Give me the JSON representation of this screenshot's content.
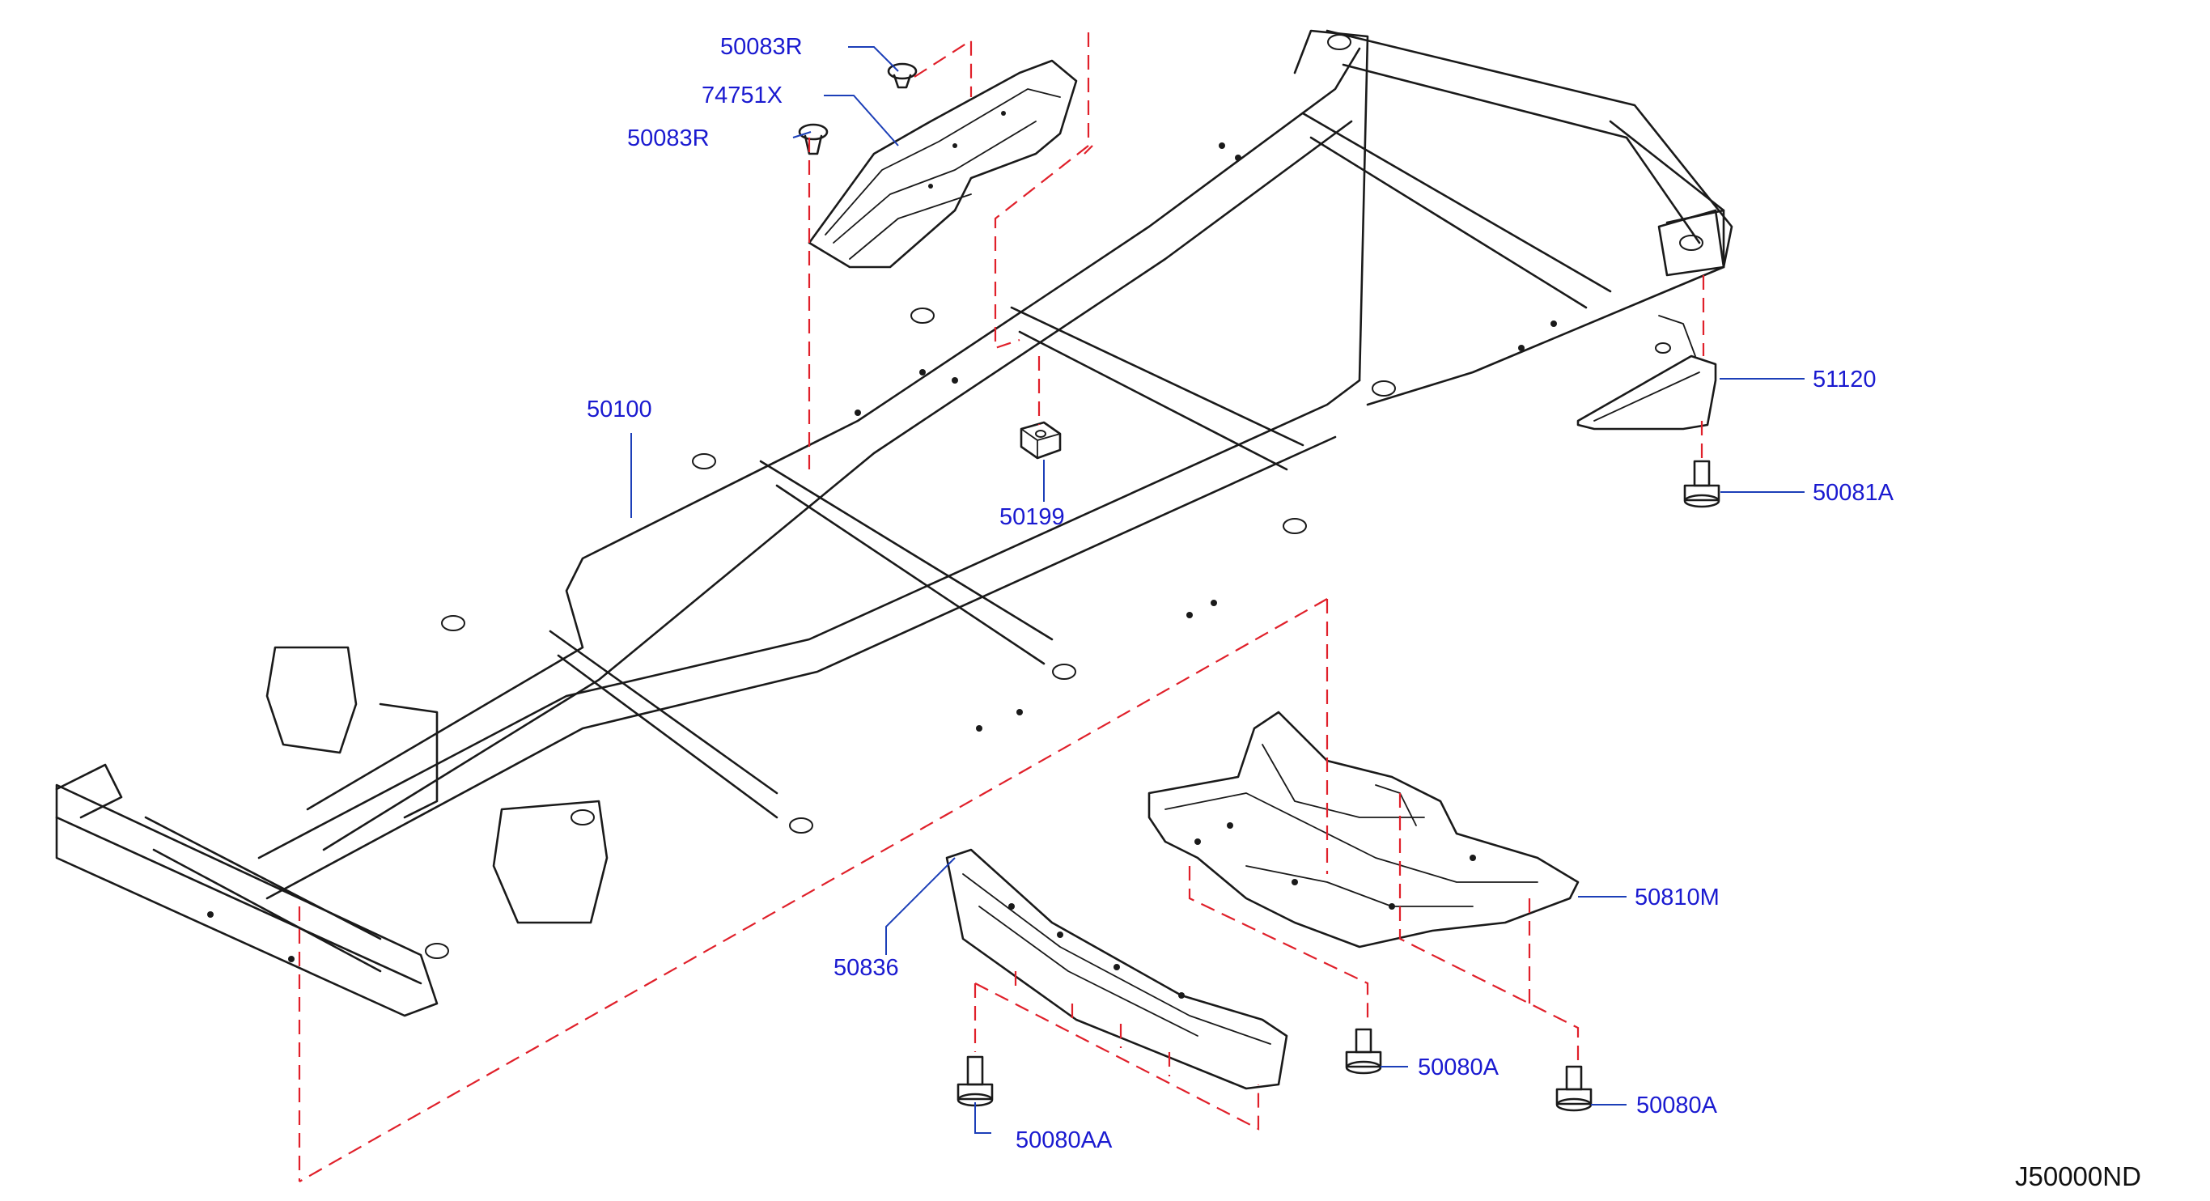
{
  "diagram": {
    "code": "J50000ND",
    "callouts": {
      "p50083r_top": "50083R",
      "p74751x": "74751X",
      "p50083r_mid": "50083R",
      "p50100": "50100",
      "p50199": "50199",
      "p51120": "51120",
      "p50081a": "50081A",
      "p50810m": "50810M",
      "p50836": "50836",
      "p50080a_1": "50080A",
      "p50080a_2": "50080A",
      "p50080aa": "50080AA"
    },
    "colors": {
      "callout_text": "#1a1ad0",
      "leader_line": "#1c3fb8",
      "phantom_line": "#e0202a",
      "part_outline": "#1a1a1a"
    }
  }
}
